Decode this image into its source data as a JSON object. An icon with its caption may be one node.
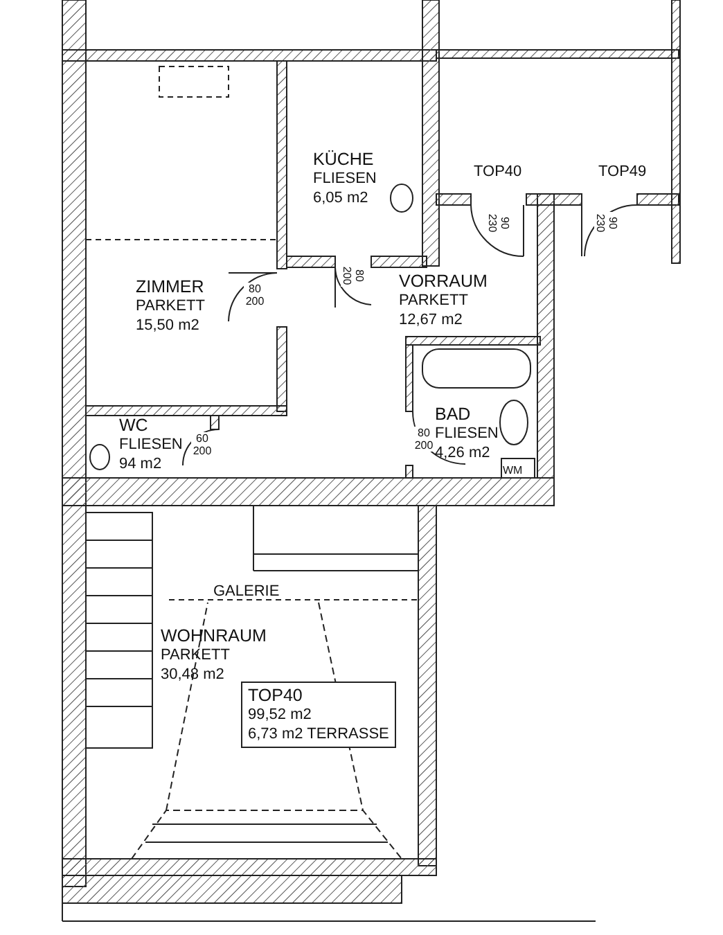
{
  "diagram": {
    "nodes": [
      {
        "text": [
          "KÜCHE",
          "FLIESEN",
          "6,05 m2"
        ]
      },
      {
        "text": [
          "ZIMMER",
          "PARKETT",
          "15,50 m2"
        ]
      },
      {
        "text": [
          "VORRAUM",
          "PARKETT",
          "12,67 m2"
        ]
      },
      {
        "text": [
          "WC",
          "FLIESEN",
          "94 m2"
        ]
      },
      {
        "text": [
          "BAD",
          "FLIESEN",
          "4,26 m2"
        ]
      },
      {
        "text": [
          "WOHNRAUM",
          "PARKETT",
          "30,48 m2"
        ]
      },
      {
        "text": [
          "TOP40",
          "99,52 m2",
          "6,73 m2 TERRASSE"
        ],
        "in": 5
      }
    ],
    "labels": [
      "TOP40",
      "TOP49",
      "90 230",
      "90 230",
      "80 200",
      "80 200",
      "60 200",
      "80 200",
      "WM",
      "GALERIE"
    ]
  }
}
